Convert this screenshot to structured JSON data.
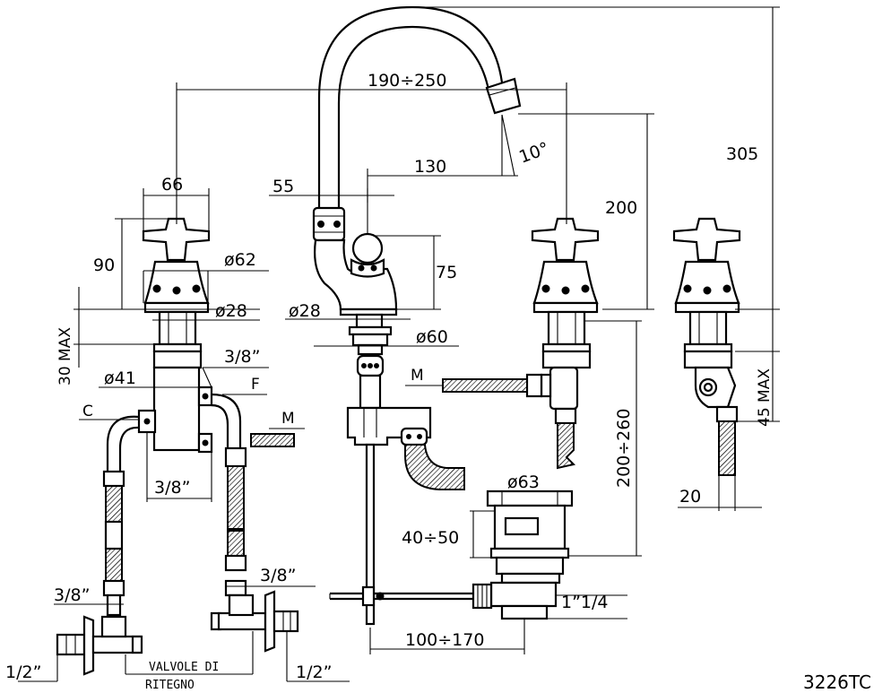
{
  "product_code": "3226TC",
  "dimensions": {
    "spout_reach": "190÷250",
    "total_height": "305",
    "spout_tip_height": "200",
    "spout_offset": "130",
    "spout_angle": "10°",
    "spout_base_width": "55",
    "spout_body_height": "75",
    "spout_base_dia": "ø28",
    "flange_dia": "ø60",
    "handle_width": "66",
    "handle_height": "90",
    "handle_base_dia": "ø62",
    "handle_shank_dia": "ø28",
    "deck_thickness_left": "30 MAX",
    "deck_thickness_right": "45 MAX",
    "valve_body_dia": "ø41",
    "thread_a": "3/8”",
    "thread_b": "3/8”",
    "thread_c": "3/8”",
    "thread_d": "3/8”",
    "inlet_left": "1/2”",
    "inlet_right": "1/2”",
    "waste_dia": "ø63",
    "waste_height": "40÷50",
    "waste_thread": "1”1/4",
    "waste_offset": "100÷170",
    "install_range": "200÷260",
    "hose_offset": "20"
  },
  "labels": {
    "cold": "C",
    "mix_left": "M",
    "mix_right": "M",
    "flow": "F",
    "valves_line1": "VALVOLE DI",
    "valves_line2": "RITEGNO"
  }
}
